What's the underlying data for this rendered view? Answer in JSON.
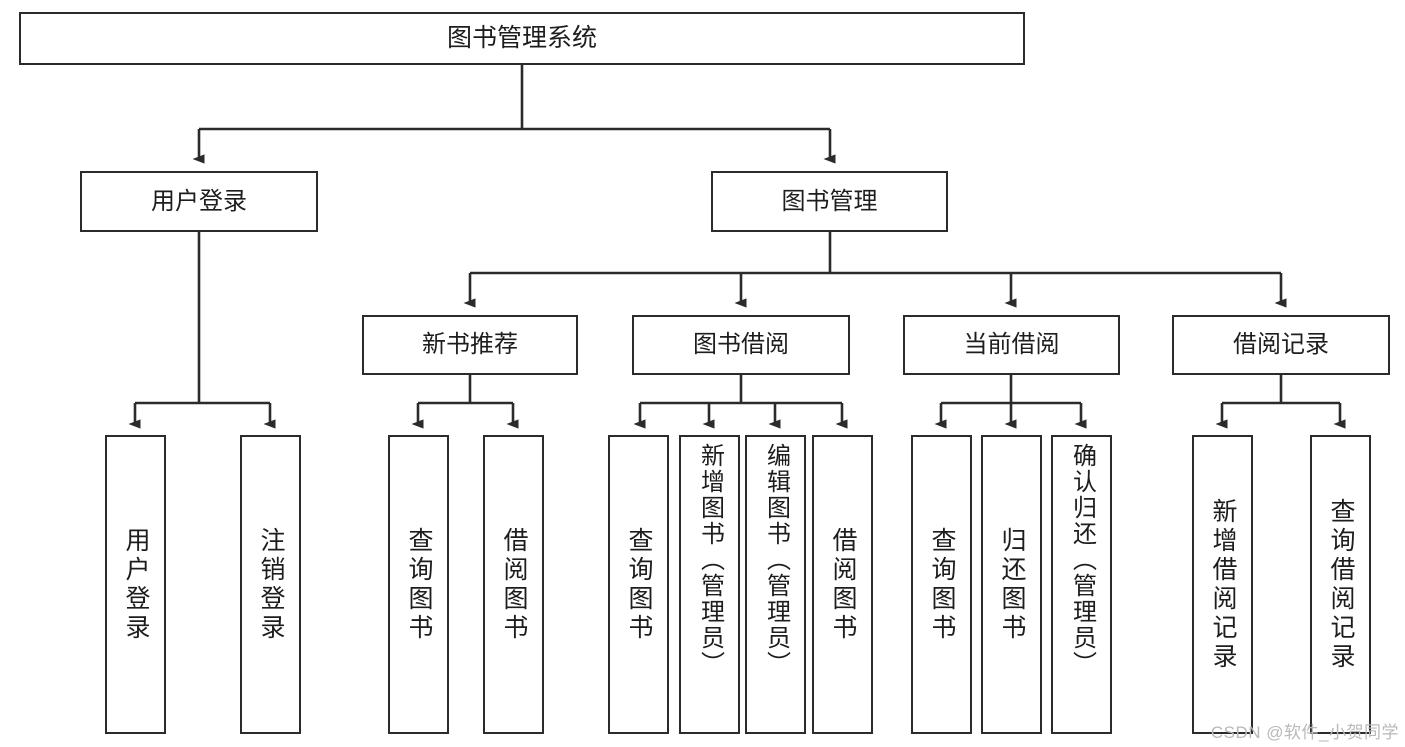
{
  "diagram": {
    "title": "图书管理系统",
    "type": "tree",
    "root": {
      "id": "root",
      "label": "图书管理系统"
    },
    "level2": [
      {
        "id": "user-login",
        "label": "用户登录"
      },
      {
        "id": "book-manage",
        "label": "图书管理"
      }
    ],
    "level3": [
      {
        "id": "new-book-rec",
        "label": "新书推荐"
      },
      {
        "id": "book-borrow",
        "label": "图书借阅"
      },
      {
        "id": "current-borrow",
        "label": "当前借阅"
      },
      {
        "id": "borrow-record",
        "label": "借阅记录"
      }
    ],
    "leaves": {
      "user_login": [
        {
          "id": "leaf-user-login",
          "label": "用户登录"
        },
        {
          "id": "leaf-logout",
          "label": "注销登录"
        }
      ],
      "new_book_rec": [
        {
          "id": "leaf-query-book-1",
          "label": "查询图书"
        },
        {
          "id": "leaf-borrow-book-1",
          "label": "借阅图书"
        }
      ],
      "book_borrow": [
        {
          "id": "leaf-query-book-2",
          "label": "查询图书"
        },
        {
          "id": "leaf-add-book",
          "label": "新增图书（管理员）"
        },
        {
          "id": "leaf-edit-book",
          "label": "编辑图书（管理员）"
        },
        {
          "id": "leaf-borrow-book-2",
          "label": "借阅图书"
        }
      ],
      "current_borrow": [
        {
          "id": "leaf-query-book-3",
          "label": "查询图书"
        },
        {
          "id": "leaf-return-book",
          "label": "归还图书"
        },
        {
          "id": "leaf-confirm-return",
          "label": "确认归还（管理员）"
        }
      ],
      "borrow_record": [
        {
          "id": "leaf-add-record",
          "label": "新增借阅记录"
        },
        {
          "id": "leaf-query-record",
          "label": "查询借阅记录"
        }
      ]
    }
  },
  "watermark": {
    "text": "CSDN @软件_小贺同学"
  },
  "colors": {
    "stroke": "#2b2b2b",
    "text": "#1d1d1d",
    "background": "#ffffff",
    "watermark": "#b9b9b9"
  }
}
